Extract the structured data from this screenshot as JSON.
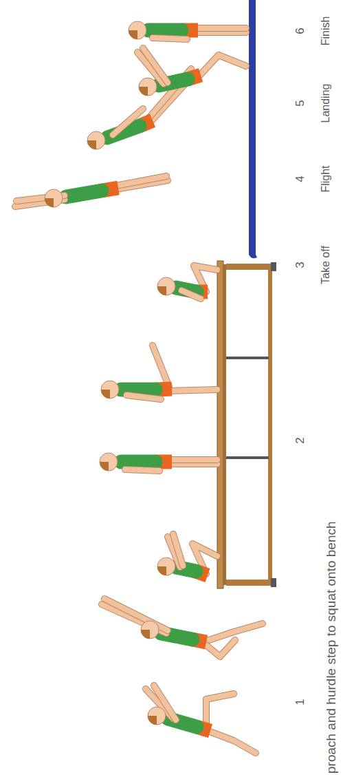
{
  "diagram": {
    "labels": [
      "proach and hurdle step to squat onto bench",
      "1",
      "2",
      "3",
      "Take off",
      "4",
      "Flight",
      "5",
      "Landing",
      "6",
      "Finish"
    ]
  }
}
